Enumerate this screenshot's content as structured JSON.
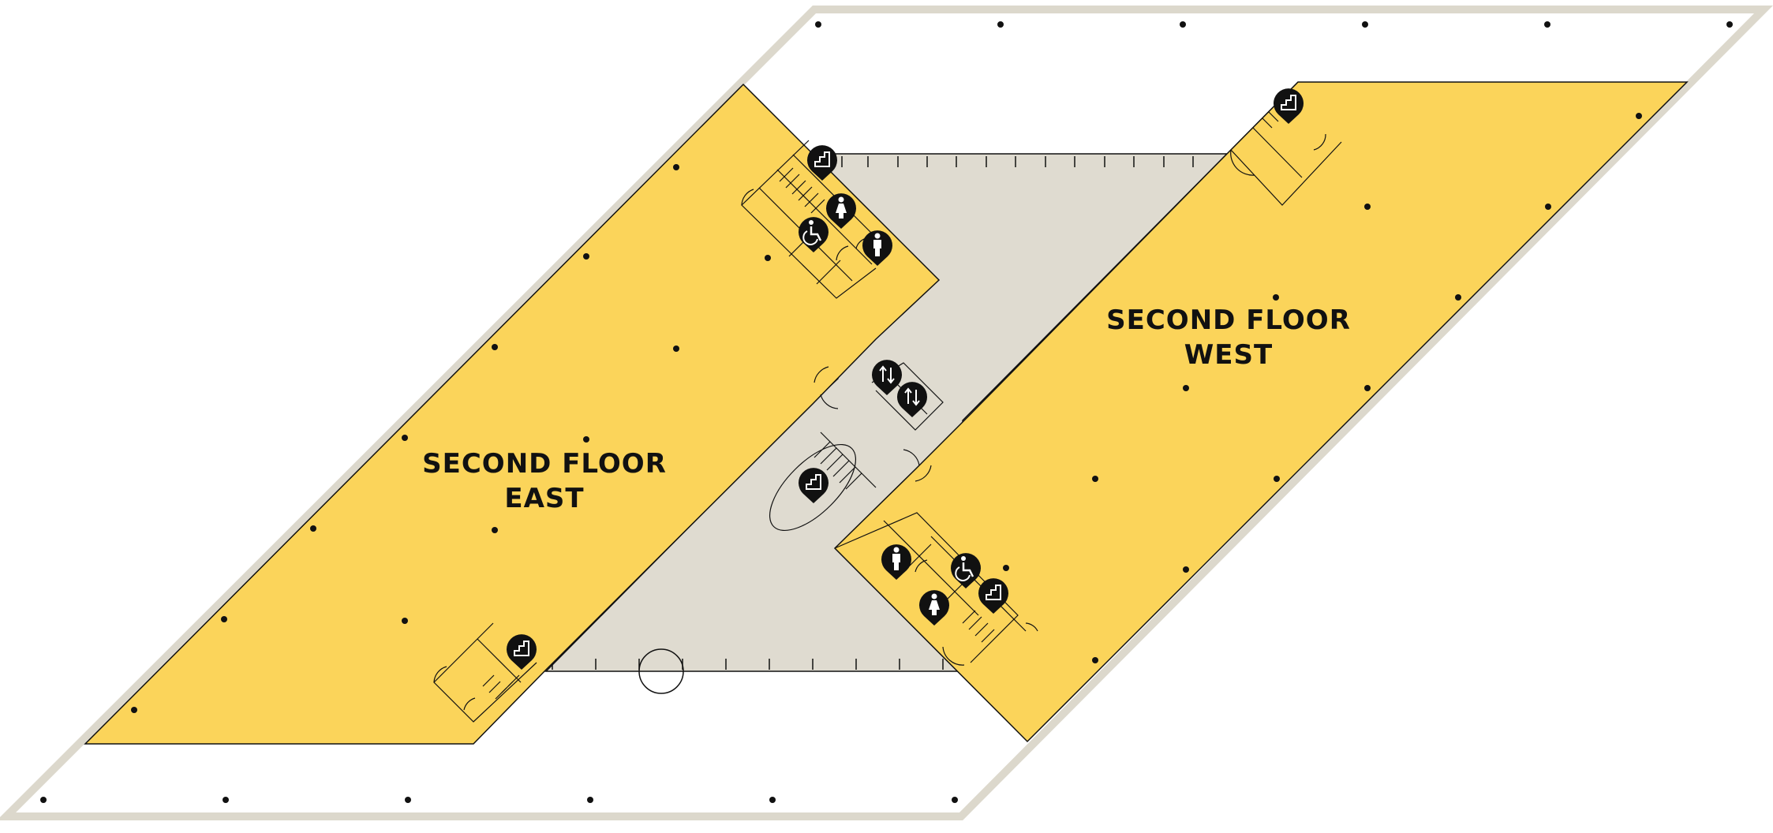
{
  "floor_plan": {
    "zones": [
      {
        "id": "east",
        "line1": "SECOND FLOOR",
        "line2": "EAST"
      },
      {
        "id": "west",
        "line1": "SECOND FLOOR",
        "line2": "WEST"
      }
    ],
    "markers": [
      {
        "id": "stairs-east-north",
        "icon": "stairs-icon",
        "type": "stairs"
      },
      {
        "id": "restroom-women-east",
        "icon": "woman-icon",
        "type": "restroom-women"
      },
      {
        "id": "restroom-accessible-east",
        "icon": "wheelchair-icon",
        "type": "restroom-accessible"
      },
      {
        "id": "restroom-men-east",
        "icon": "man-icon",
        "type": "restroom-men"
      },
      {
        "id": "stairs-east-south",
        "icon": "stairs-icon",
        "type": "stairs"
      },
      {
        "id": "elevator-1",
        "icon": "elevator-icon",
        "type": "elevator"
      },
      {
        "id": "elevator-2",
        "icon": "elevator-icon",
        "type": "elevator"
      },
      {
        "id": "stairs-central",
        "icon": "stairs-icon",
        "type": "stairs"
      },
      {
        "id": "stairs-west-north",
        "icon": "stairs-icon",
        "type": "stairs"
      },
      {
        "id": "restroom-men-west",
        "icon": "man-icon",
        "type": "restroom-men"
      },
      {
        "id": "restroom-accessible-west",
        "icon": "wheelchair-icon",
        "type": "restroom-accessible"
      },
      {
        "id": "restroom-women-west",
        "icon": "woman-icon",
        "type": "restroom-women"
      },
      {
        "id": "stairs-west-south",
        "icon": "stairs-icon",
        "type": "stairs"
      }
    ],
    "colors": {
      "office_fill": "#fbd45a",
      "atrium_fill": "#dfdbd0",
      "outline_border": "#dcd8cc",
      "marker_fill": "#111111",
      "column_dot": "#111111",
      "line": "#111111"
    }
  }
}
